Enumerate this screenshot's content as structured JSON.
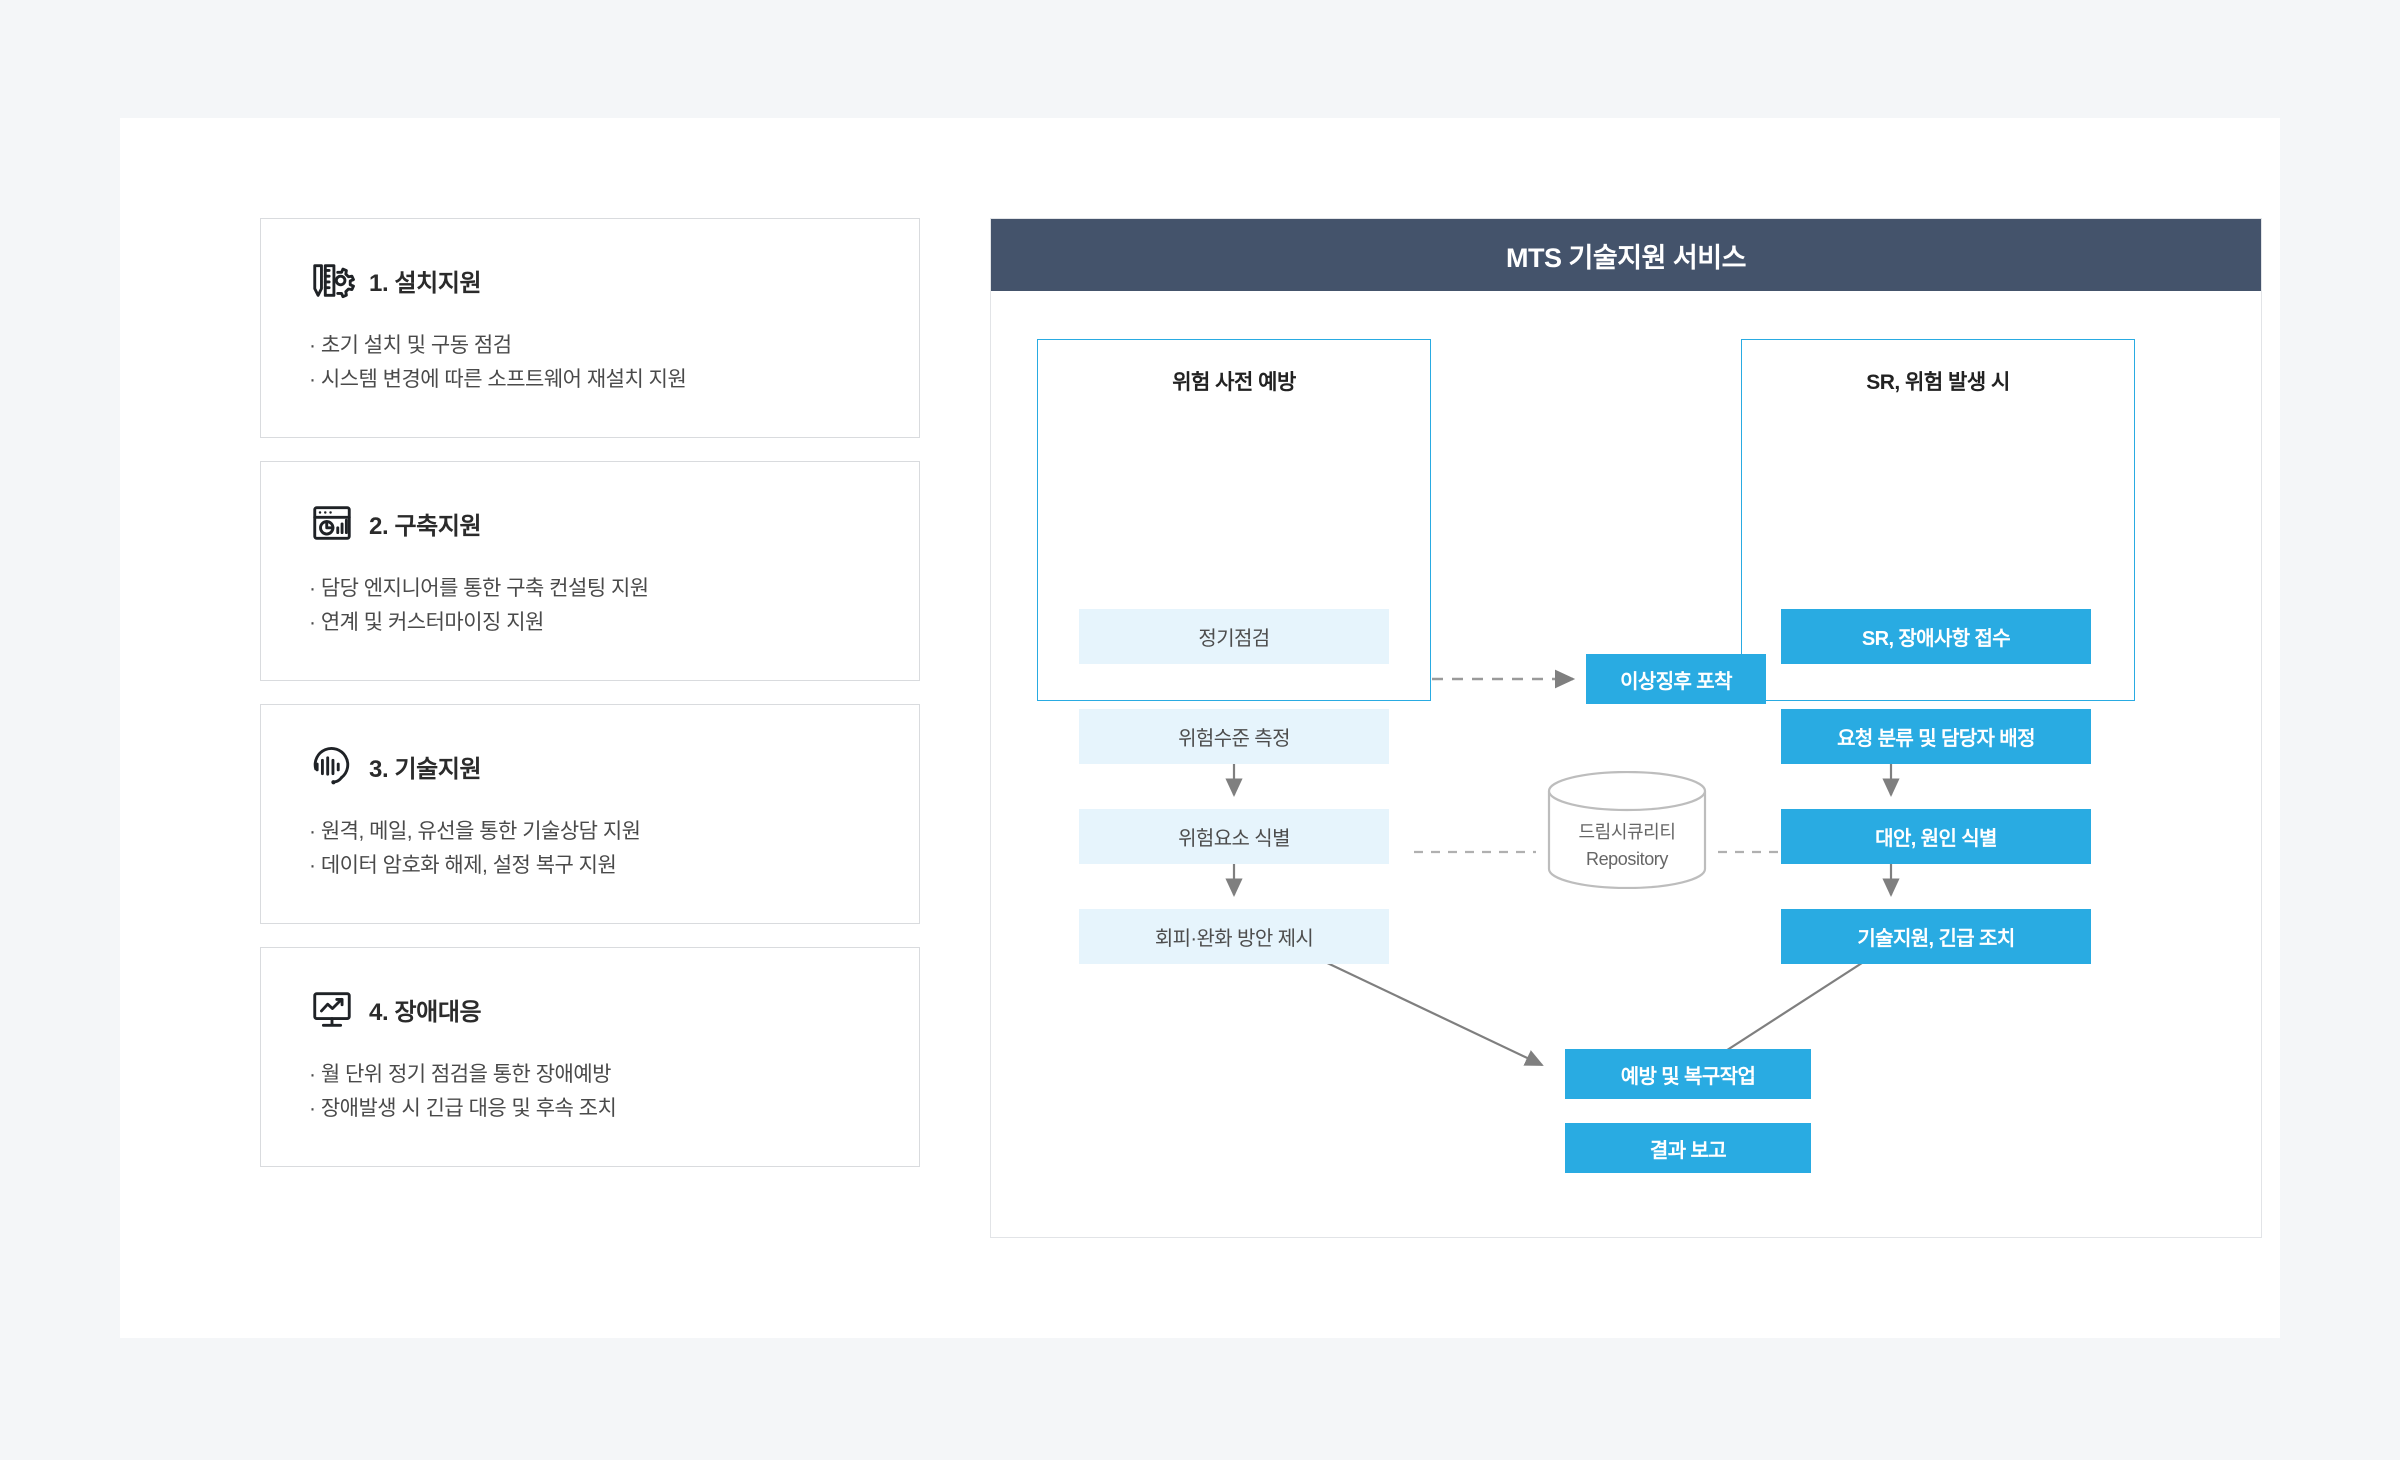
{
  "cards": [
    {
      "icon": "install-gear-icon",
      "title": "1. 설치지원",
      "lines": [
        "· 초기 설치 및 구동 점검",
        "· 시스템 변경에 따른 소프트웨어 재설치 지원"
      ]
    },
    {
      "icon": "dashboard-chart-icon",
      "title": "2. 구축지원",
      "lines": [
        "· 담당 엔지니어를 통한 구축 컨설팅 지원",
        "· 연계 및 커스터마이징 지원"
      ]
    },
    {
      "icon": "headset-support-icon",
      "title": "3. 기술지원",
      "lines": [
        "· 원격, 메일, 유선을 통한 기술상담 지원",
        "· 데이터 암호화 해제, 설정 복구 지원"
      ]
    },
    {
      "icon": "monitor-trend-icon",
      "title": "4. 장애대응",
      "lines": [
        "· 월 단위 정기 점검을 통한 장애예방",
        "· 장애발생 시 긴급 대응 및 후속 조치"
      ]
    }
  ],
  "panel": {
    "title": "MTS 기술지원 서비스",
    "groups": {
      "prevention": {
        "title": "위험 사전 예방",
        "steps": [
          "정기점검",
          "위험수준 측정",
          "위험요소 식별",
          "회피·완화 방안 제시"
        ]
      },
      "incident": {
        "title": "SR, 위험 발생 시",
        "steps": [
          "SR, 장애사항 접수",
          "요청 분류 및 담당자 배정",
          "대안, 원인 식별",
          "기술지원, 긴급 조치"
        ]
      }
    },
    "detect_box": "이상징후 포착",
    "repository": {
      "line1": "드림시큐리티",
      "line2": "Repository"
    },
    "outcomes": [
      "예방 및 복구작업",
      "결과 보고"
    ]
  },
  "colors": {
    "header_bg": "#44536b",
    "accent": "#29abe2",
    "accent_light": "#e6f4fc",
    "page_bg": "#f4f6f8",
    "card_border": "#d9dbde",
    "arrow": "#7f7f7f"
  }
}
